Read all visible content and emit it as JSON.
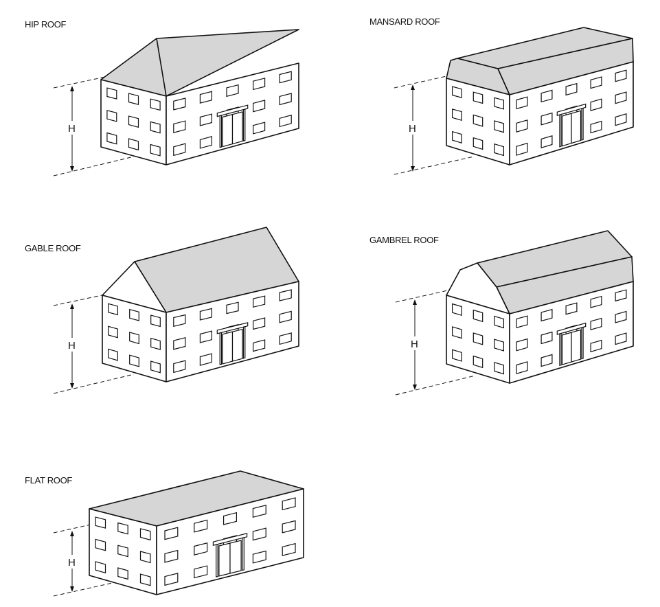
{
  "diagram": {
    "height_label": "H",
    "roofs": [
      {
        "id": "hip",
        "title": "HIP ROOF"
      },
      {
        "id": "mansard",
        "title": "MANSARD ROOF"
      },
      {
        "id": "gable",
        "title": "GABLE ROOF"
      },
      {
        "id": "gambrel",
        "title": "GAMBREL ROOF"
      },
      {
        "id": "flat",
        "title": "FLAT ROOF"
      }
    ],
    "colors": {
      "roof_fill": "#d6d6d6",
      "line": "#111111",
      "wall": "#ffffff"
    }
  }
}
